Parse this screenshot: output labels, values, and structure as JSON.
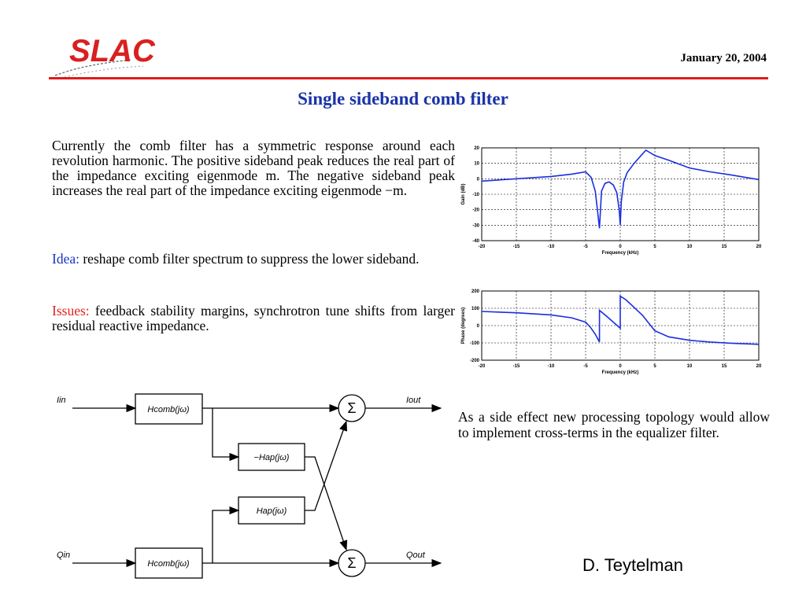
{
  "header": {
    "logo_text": "SLAC",
    "date": "January 20, 2004",
    "accent_color": "#e31a1a",
    "title_color": "#1a33a8"
  },
  "title": "Single sideband comb filter",
  "body": {
    "p1": "Currently the comb filter has a symmetric response around each revolution harmonic. The positive sideband peak reduces the real part of the impedance exciting eigenmode m. The negative sideband peak increases the real part of the impedance exciting eigenmode −m.",
    "idea_label": "Idea:",
    "idea_text": " reshape comb filter spectrum to suppress the lower sideband.",
    "issues_label": "Issues:",
    "issues_text": " feedback stability margins, synchrotron tune shifts from larger residual reactive impedance."
  },
  "side_note": "As a side effect new processing topology would allow to implement cross-terms in the equalizer filter.",
  "author": "D. Teytelman",
  "diagram": {
    "in_i": "Iin",
    "in_q": "Qin",
    "out_i": "Iout",
    "out_q": "Qout",
    "comb": "Hcomb(jω)",
    "neg_ap": "−Hap(jω)",
    "ap": "Hap(jω)",
    "sum": "Σ"
  },
  "chart_data": [
    {
      "type": "line",
      "xlabel": "Frequency (kHz)",
      "ylabel": "Gain (dB)",
      "xlim": [
        -20,
        20
      ],
      "ylim": [
        -40,
        20
      ],
      "xticks": [
        -20,
        -15,
        -10,
        -5,
        0,
        5,
        10,
        15,
        20
      ],
      "yticks": [
        20,
        10,
        0,
        -10,
        -20,
        -30,
        -40
      ],
      "grid": true,
      "line_color": "#1a2ee0",
      "series": [
        {
          "x": [
            -20,
            -15,
            -10,
            -7,
            -5,
            -4.2,
            -3.6,
            -3.3,
            -3.0,
            -2.7,
            -2.2,
            -1.6,
            -1.0,
            -0.5,
            -0.15,
            0,
            0.15,
            0.5,
            1,
            2,
            3,
            3.7,
            5,
            7,
            10,
            13,
            16,
            18,
            20
          ],
          "y": [
            -1.5,
            0,
            1.5,
            3,
            4.5,
            1,
            -8,
            -20,
            -32,
            -8,
            -3,
            -2,
            -4,
            -9,
            -20,
            -30,
            -15,
            -2,
            4,
            10,
            15,
            18.5,
            15,
            12,
            7,
            4.5,
            2.5,
            1,
            -0.5
          ]
        }
      ]
    },
    {
      "type": "line",
      "xlabel": "Frequency (kHz)",
      "ylabel": "Phase (degrees)",
      "xlim": [
        -20,
        20
      ],
      "ylim": [
        -200,
        200
      ],
      "xticks": [
        -20,
        -15,
        -10,
        -5,
        0,
        5,
        10,
        15,
        20
      ],
      "yticks": [
        200,
        100,
        0,
        -100,
        -200
      ],
      "grid": true,
      "line_color": "#1a2ee0",
      "series": [
        {
          "x": [
            -20,
            -15,
            -10,
            -7,
            -5,
            -4.3,
            -3.6,
            -3.0,
            -3.0,
            -2.0,
            -1.0,
            0,
            0,
            0.8,
            1.6,
            2.4,
            3.2,
            4.0,
            5,
            7,
            10,
            13,
            16,
            20
          ],
          "y": [
            82,
            74,
            62,
            45,
            20,
            -10,
            -50,
            -95,
            88,
            55,
            20,
            -15,
            170,
            150,
            120,
            90,
            60,
            20,
            -30,
            -65,
            -85,
            -95,
            -102,
            -108
          ]
        }
      ]
    }
  ]
}
